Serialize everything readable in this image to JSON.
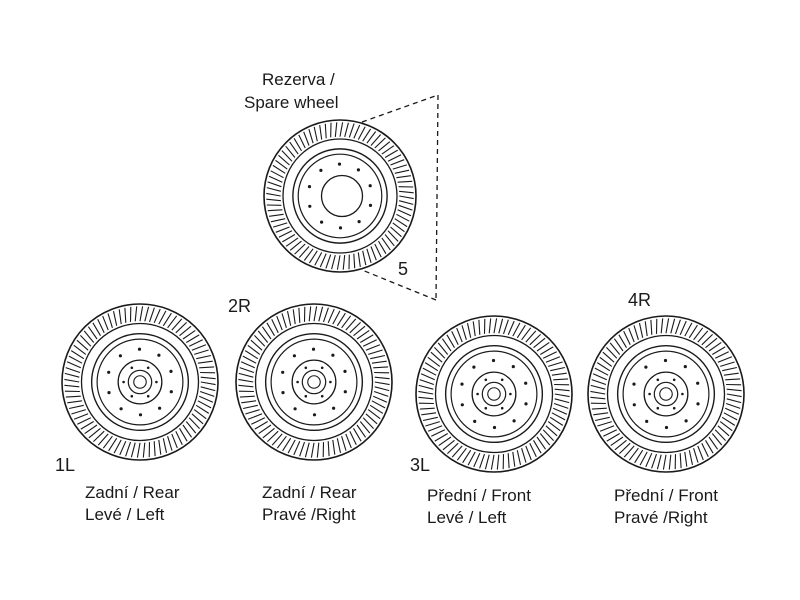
{
  "spare": {
    "label_line1": "Rezerva /",
    "label_line2": "Spare wheel",
    "number": "5"
  },
  "wheels": [
    {
      "id": "1L",
      "line1": "Zadní / Rear",
      "line2": "Levé / Left"
    },
    {
      "id": "2R",
      "line1": "Zadní / Rear",
      "line2": "Pravé /Right"
    },
    {
      "id": "3L",
      "line1": "Přední / Front",
      "line2": "Levé / Left"
    },
    {
      "id": "4R",
      "line1": "Přední / Front",
      "line2": "Pravé /Right"
    }
  ],
  "colors": {
    "ink": "#1a1a1a",
    "background": "#ffffff"
  }
}
